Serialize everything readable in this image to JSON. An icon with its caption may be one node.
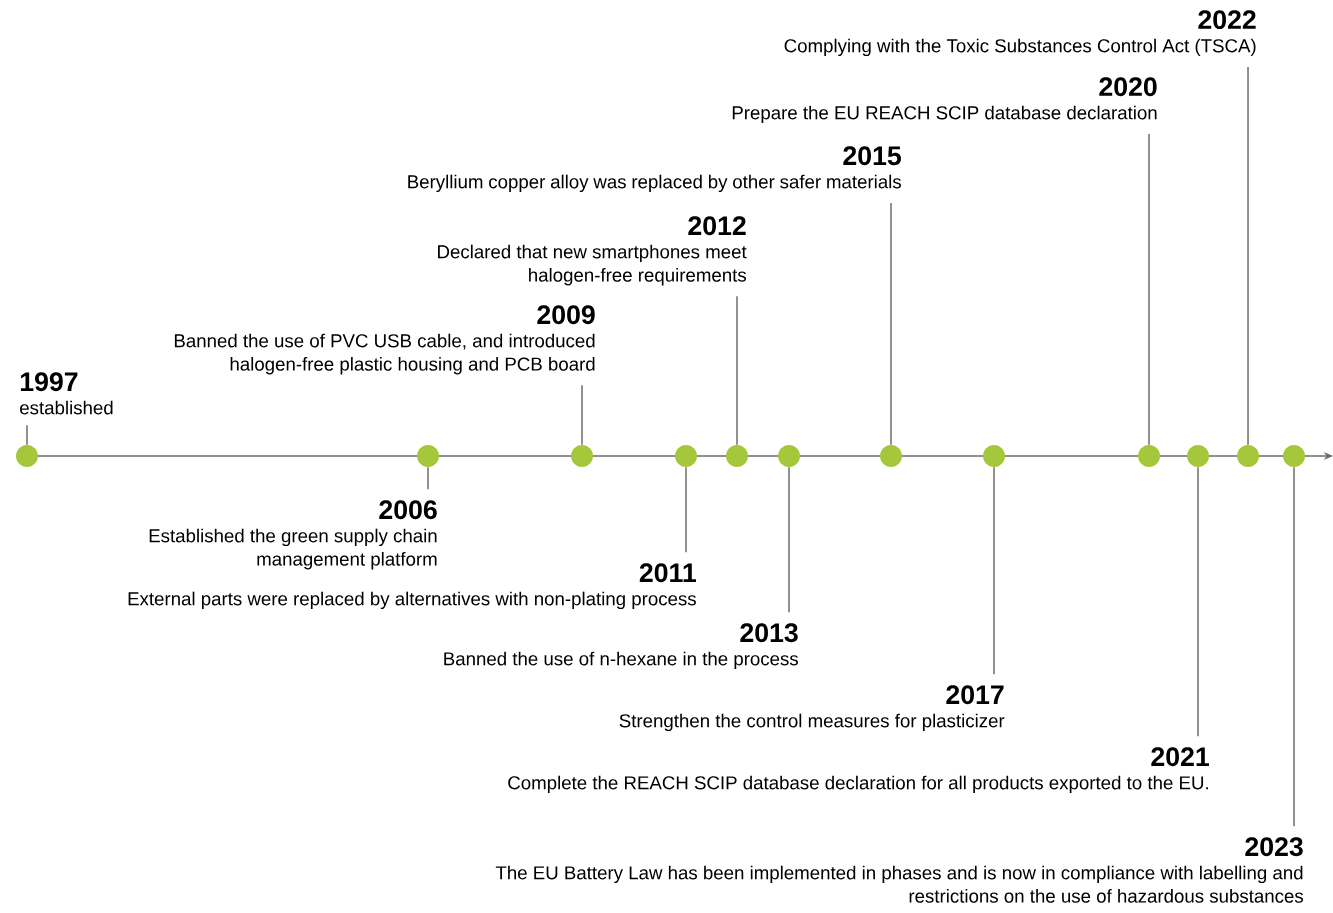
{
  "diagram": {
    "nodes": [
      {
        "text": [
          "1997",
          "established"
        ]
      },
      {
        "text": [],
        "shape": "circle"
      },
      {
        "text": [
          "2006",
          "Established the green supply chain management platform"
        ]
      },
      {
        "text": [],
        "shape": "circle"
      },
      {
        "text": [
          "2009",
          "Banned the use of PVC USB cable, and introduced halogen-free plastic housing and PCB board"
        ]
      },
      {
        "text": [],
        "shape": "circle"
      },
      {
        "text": [
          "2011",
          "External parts were replaced by alternatives with non-plating process"
        ]
      },
      {
        "text": [],
        "shape": "circle"
      },
      {
        "text": [
          "2012",
          "Declared that new smartphones meet halogen-free requirements"
        ]
      },
      {
        "text": [],
        "shape": "circle"
      },
      {
        "text": [
          "2013",
          "Banned the use of n-hexane in the process"
        ]
      },
      {
        "text": [],
        "shape": "circle"
      },
      {
        "text": [
          "2015",
          "Beryllium copper alloy was replaced by other safer materials"
        ]
      },
      {
        "text": [],
        "shape": "circle"
      },
      {
        "text": [
          "2017",
          "Strengthen the control measures for plasticizer"
        ]
      },
      {
        "text": [],
        "shape": "circle"
      },
      {
        "text": [
          "2020",
          "Prepare the EU REACH SCIP database declaration"
        ]
      },
      {
        "text": [],
        "shape": "circle"
      },
      {
        "text": [
          "2021",
          "Complete the REACH SCIP database declaration for all products exported to the EU."
        ]
      },
      {
        "text": [],
        "shape": "circle"
      },
      {
        "text": [
          "2022",
          "Complying with the Toxic Substances Control Act (TSCA)"
        ]
      },
      {
        "text": [],
        "shape": "circle"
      },
      {
        "text": [
          "2023",
          "The EU Battery Law has been implemented in phases and is now in compliance with labelling and restrictions on the use of hazardous substances"
        ]
      },
      {
        "text": [],
        "shape": "circle"
      }
    ],
    "edges": [
      {
        "from": 0,
        "to": 1,
        "arrow": "none"
      },
      {
        "from": 2,
        "to": 3,
        "arrow": "none"
      },
      {
        "from": 4,
        "to": 5,
        "arrow": "none"
      },
      {
        "from": 6,
        "to": 7,
        "arrow": "none"
      },
      {
        "from": 8,
        "to": 9,
        "arrow": "none"
      },
      {
        "from": 10,
        "to": 11,
        "arrow": "none"
      },
      {
        "from": 12,
        "to": 13,
        "arrow": "none"
      },
      {
        "from": 14,
        "to": 15,
        "arrow": "none"
      },
      {
        "from": 16,
        "to": 17,
        "arrow": "none"
      },
      {
        "from": 18,
        "to": 19,
        "arrow": "none"
      },
      {
        "from": 20,
        "to": 21,
        "arrow": "none"
      },
      {
        "from": 22,
        "to": 23,
        "arrow": "none"
      }
    ]
  }
}
